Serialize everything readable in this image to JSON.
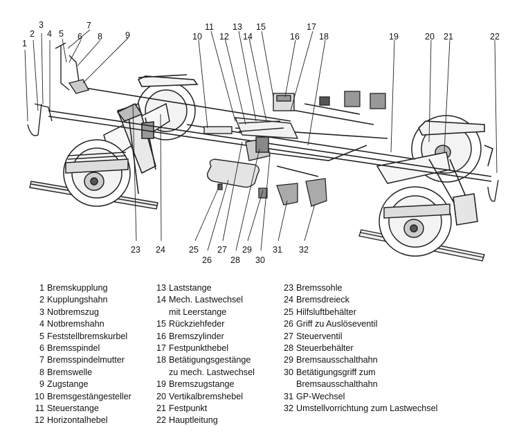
{
  "callouts": [
    "1",
    "2",
    "3",
    "4",
    "5",
    "6",
    "7",
    "8",
    "9",
    "10",
    "11",
    "12",
    "13",
    "14",
    "15",
    "16",
    "17",
    "18",
    "19",
    "20",
    "21",
    "22",
    "23",
    "24",
    "25",
    "26",
    "27",
    "28",
    "29",
    "30",
    "31",
    "32"
  ],
  "legend": [
    [
      {
        "num": "1",
        "text": "Bremskupplung"
      },
      {
        "num": "2",
        "text": "Kupplungshahn"
      },
      {
        "num": "3",
        "text": "Notbremszug"
      },
      {
        "num": "4",
        "text": "Notbremshahn"
      },
      {
        "num": "5",
        "text": "Feststellbremskurbel"
      },
      {
        "num": "6",
        "text": "Bremsspindel"
      },
      {
        "num": "7",
        "text": "Bremsspindelmutter"
      },
      {
        "num": "8",
        "text": "Bremswelle"
      },
      {
        "num": "9",
        "text": "Zugstange"
      },
      {
        "num": "10",
        "text": "Bremsgestängesteller"
      },
      {
        "num": "11",
        "text": "Steuerstange"
      },
      {
        "num": "12",
        "text": "Horizontalhebel"
      }
    ],
    [
      {
        "num": "13",
        "text": "Laststange"
      },
      {
        "num": "14",
        "text": "Mech. Lastwechsel"
      },
      {
        "num": "",
        "text": "mit Leerstange"
      },
      {
        "num": "15",
        "text": "Rückziehfeder"
      },
      {
        "num": "16",
        "text": "Bremszylinder"
      },
      {
        "num": "17",
        "text": "Festpunkthebel"
      },
      {
        "num": "18",
        "text": "Betätigungsgestänge"
      },
      {
        "num": "",
        "text": "zu mech. Lastwechsel"
      },
      {
        "num": "19",
        "text": "Bremszugstange"
      },
      {
        "num": "20",
        "text": "Vertikalbremshebel"
      },
      {
        "num": "21",
        "text": "Festpunkt"
      },
      {
        "num": "22",
        "text": "Hauptleitung"
      }
    ],
    [
      {
        "num": "23",
        "text": "Bremssohle"
      },
      {
        "num": "24",
        "text": "Bremsdreieck"
      },
      {
        "num": "25",
        "text": "Hilfsluftbehälter"
      },
      {
        "num": "26",
        "text": "Griff zu Auslöseventil"
      },
      {
        "num": "27",
        "text": "Steuerventil"
      },
      {
        "num": "28",
        "text": "Steuerbehälter"
      },
      {
        "num": "29",
        "text": "Bremsausschalthahn"
      },
      {
        "num": "30",
        "text": "Betätigungsgriff zum"
      },
      {
        "num": "",
        "text": "Bremsausschalthahn"
      },
      {
        "num": "31",
        "text": "GP-Wechsel"
      },
      {
        "num": "32",
        "text": "Umstellvorrichtung zum Lastwechsel"
      }
    ]
  ]
}
